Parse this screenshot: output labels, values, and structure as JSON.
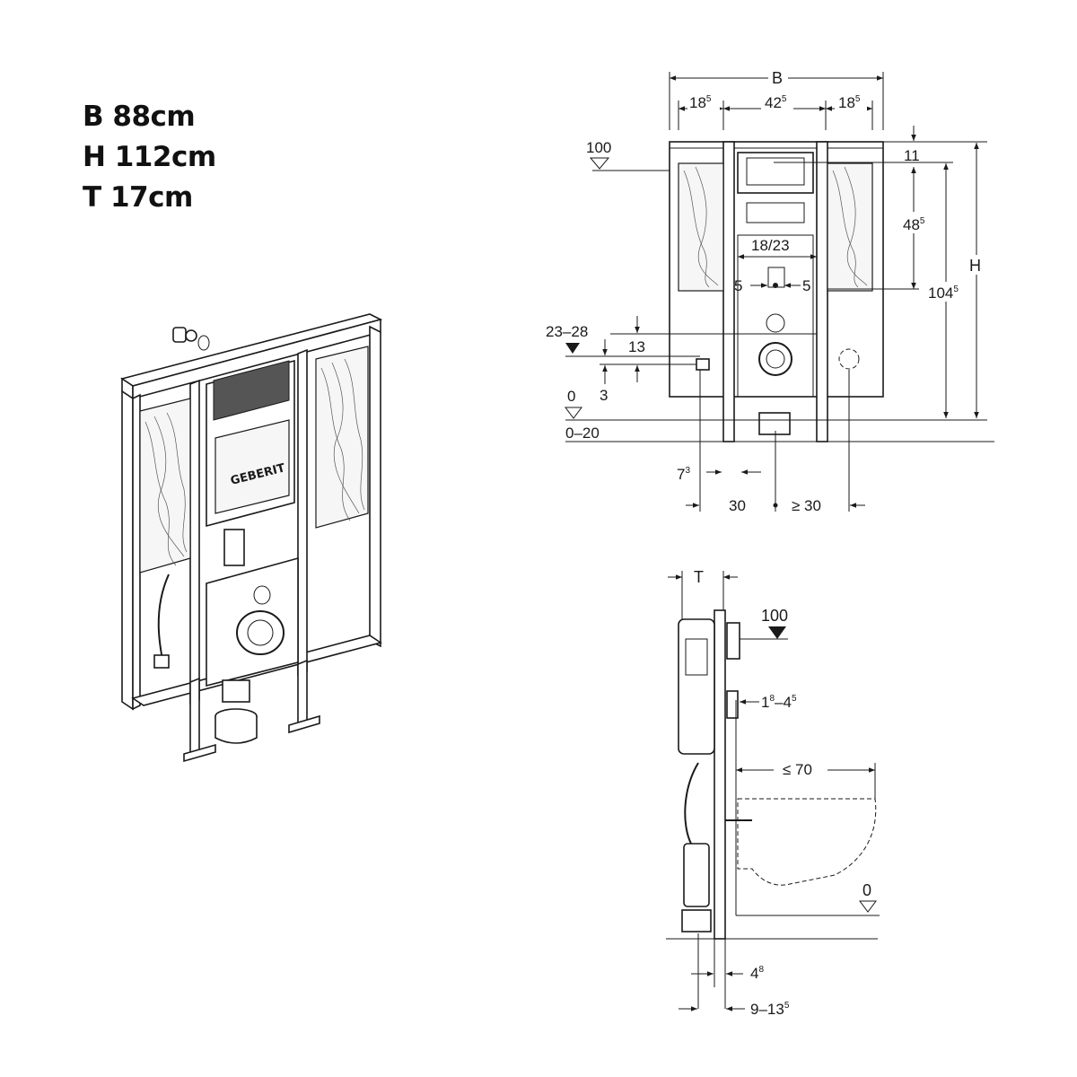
{
  "specs": [
    {
      "id": "width",
      "text": "B 88cm"
    },
    {
      "id": "height",
      "text": "H 112cm"
    },
    {
      "id": "depth",
      "text": "T 17cm"
    }
  ],
  "brand_logo": "GEBERIT",
  "front_view": {
    "width_label": "B",
    "side_left": "18",
    "side_left_sup": "5",
    "center": "42",
    "center_sup": "5",
    "side_right": "18",
    "side_right_sup": "5",
    "level_top": "100",
    "dim_11": "11",
    "dim_48": "48",
    "dim_48_sup": "5",
    "dim_104": "104",
    "dim_104_sup": "5",
    "height_label": "H",
    "dim_18_23": "18/23",
    "dim_5_left": "5",
    "dim_5_right": "5",
    "dim_23_28": "23–28",
    "dim_13": "13",
    "dim_3": "3",
    "level_zero": "0",
    "level_range": "0–20",
    "dim_7": "7",
    "dim_7_sup": "3",
    "dim_30": "30",
    "dim_ge30": "≥ 30"
  },
  "side_view": {
    "depth_label": "T",
    "level_top": "100",
    "dim_1_8": "1",
    "dim_1_8_sup": "8",
    "dim_4_5": "–4",
    "dim_4_5_sup": "5",
    "dim_le70": "≤ 70",
    "level_zero": "0",
    "dim_4_8": "4",
    "dim_4_8_sup": "8",
    "dim_9_13": "9–13",
    "dim_9_13_sup": "5"
  }
}
